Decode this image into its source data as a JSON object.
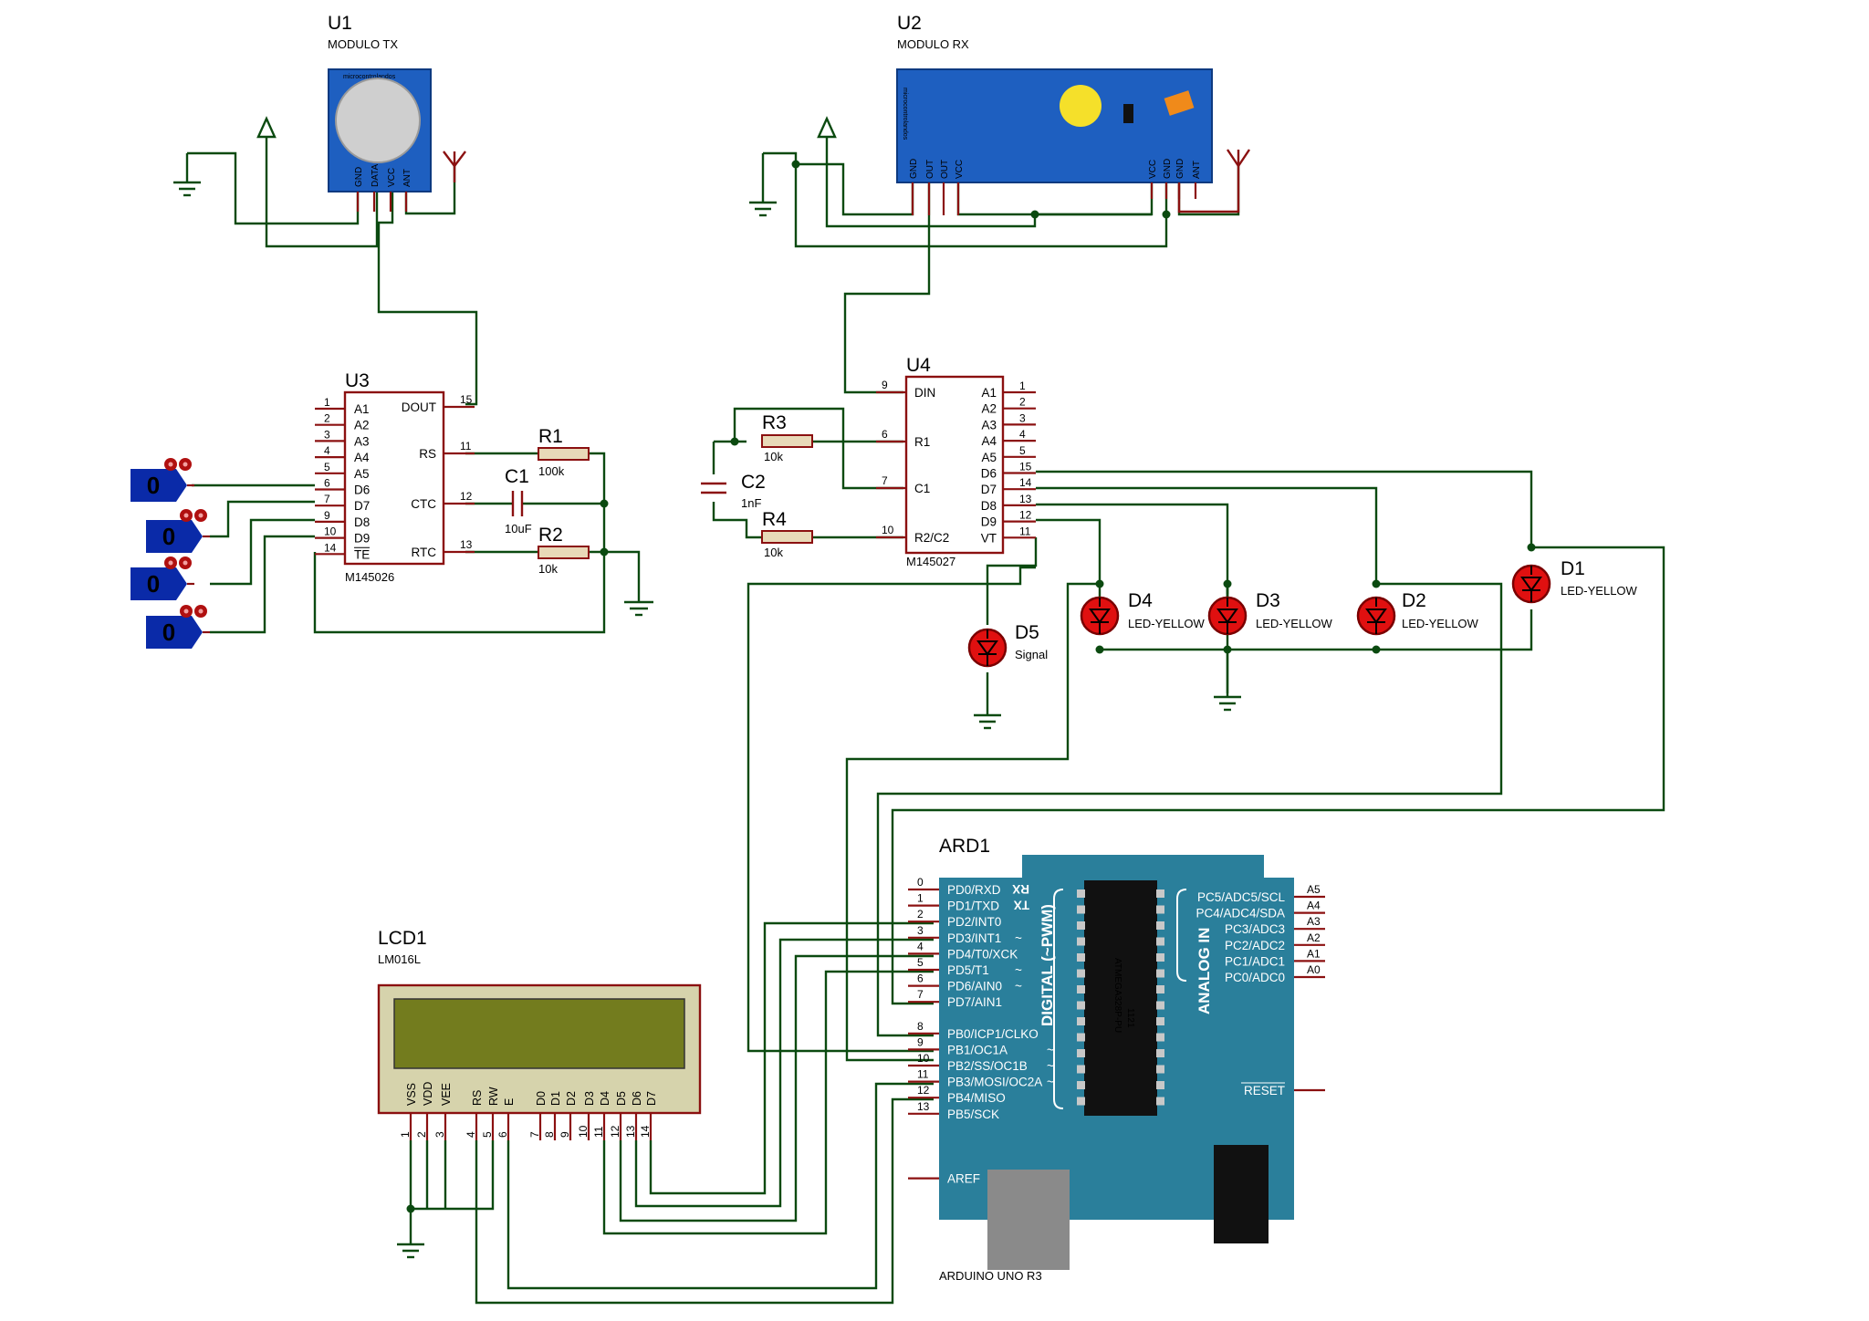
{
  "u1": {
    "ref": "U1",
    "name": "MODULO TX",
    "brand": "microcontrolandos",
    "pins": [
      "GND",
      "DATA",
      "VCC",
      "ANT"
    ]
  },
  "u2": {
    "ref": "U2",
    "name": "MODULO RX",
    "brand": "microcontrolandos",
    "pins_left": [
      "GND",
      "OUT",
      "OUT",
      "VCC"
    ],
    "pins_right": [
      "VCC",
      "GND",
      "GND",
      "ANT"
    ]
  },
  "u3": {
    "ref": "U3",
    "part": "M145026",
    "left_pins": [
      {
        "num": "1",
        "name": "A1"
      },
      {
        "num": "2",
        "name": "A2"
      },
      {
        "num": "3",
        "name": "A3"
      },
      {
        "num": "4",
        "name": "A4"
      },
      {
        "num": "5",
        "name": "A5"
      },
      {
        "num": "6",
        "name": "D6"
      },
      {
        "num": "7",
        "name": "D7"
      },
      {
        "num": "9",
        "name": "D8"
      },
      {
        "num": "10",
        "name": "D9"
      },
      {
        "num": "14",
        "name": "TE"
      }
    ],
    "right_pins": [
      {
        "num": "15",
        "name": "DOUT"
      },
      {
        "num": "11",
        "name": "RS"
      },
      {
        "num": "12",
        "name": "CTC"
      },
      {
        "num": "13",
        "name": "RTC"
      }
    ]
  },
  "u4": {
    "ref": "U4",
    "part": "M145027",
    "left_pins": [
      {
        "num": "9",
        "name": "DIN"
      },
      {
        "num": "6",
        "name": "R1"
      },
      {
        "num": "7",
        "name": "C1"
      },
      {
        "num": "10",
        "name": "R2/C2"
      }
    ],
    "right_pins": [
      {
        "num": "1",
        "name": "A1"
      },
      {
        "num": "2",
        "name": "A2"
      },
      {
        "num": "3",
        "name": "A3"
      },
      {
        "num": "4",
        "name": "A4"
      },
      {
        "num": "5",
        "name": "A5"
      },
      {
        "num": "15",
        "name": "D6"
      },
      {
        "num": "14",
        "name": "D7"
      },
      {
        "num": "13",
        "name": "D8"
      },
      {
        "num": "12",
        "name": "D9"
      },
      {
        "num": "11",
        "name": "VT"
      }
    ]
  },
  "r1": {
    "ref": "R1",
    "value": "100k"
  },
  "r2": {
    "ref": "R2",
    "value": "10k"
  },
  "r3": {
    "ref": "R3",
    "value": "10k"
  },
  "r4": {
    "ref": "R4",
    "value": "10k"
  },
  "c1": {
    "ref": "C1",
    "value": "10uF"
  },
  "c2": {
    "ref": "C2",
    "value": "1nF"
  },
  "d1": {
    "ref": "D1",
    "value": "LED-YELLOW"
  },
  "d2": {
    "ref": "D2",
    "value": "LED-YELLOW"
  },
  "d3": {
    "ref": "D3",
    "value": "LED-YELLOW"
  },
  "d4": {
    "ref": "D4",
    "value": "LED-YELLOW"
  },
  "d5": {
    "ref": "D5",
    "value": "Signal"
  },
  "switches": [
    {
      "value": "0"
    },
    {
      "value": "0"
    },
    {
      "value": "0"
    },
    {
      "value": "0"
    }
  ],
  "lcd": {
    "ref": "LCD1",
    "part": "LM016L",
    "pins": [
      {
        "num": "1",
        "name": "VSS"
      },
      {
        "num": "2",
        "name": "VDD"
      },
      {
        "num": "3",
        "name": "VEE"
      },
      {
        "num": "4",
        "name": "RS"
      },
      {
        "num": "5",
        "name": "RW"
      },
      {
        "num": "6",
        "name": "E"
      },
      {
        "num": "7",
        "name": "D0"
      },
      {
        "num": "8",
        "name": "D1"
      },
      {
        "num": "9",
        "name": "D2"
      },
      {
        "num": "10",
        "name": "D3"
      },
      {
        "num": "11",
        "name": "D4"
      },
      {
        "num": "12",
        "name": "D5"
      },
      {
        "num": "13",
        "name": "D6"
      },
      {
        "num": "14",
        "name": "D7"
      }
    ]
  },
  "ard": {
    "ref": "ARD1",
    "name": "ARDUINO UNO R3",
    "chip": "ATMEGA328P-PU",
    "chip_code": "1121",
    "digital_label": "DIGITAL (~PWM)",
    "analog_label": "ANALOG IN",
    "digital_pins": [
      {
        "num": "0",
        "name": "PD0/RXD",
        "mark": "RX"
      },
      {
        "num": "1",
        "name": "PD1/TXD",
        "mark": "TX"
      },
      {
        "num": "2",
        "name": "PD2/INT0",
        "mark": ""
      },
      {
        "num": "3",
        "name": "PD3/INT1",
        "mark": "~"
      },
      {
        "num": "4",
        "name": "PD4/T0/XCK",
        "mark": ""
      },
      {
        "num": "5",
        "name": "PD5/T1",
        "mark": "~"
      },
      {
        "num": "6",
        "name": "PD6/AIN0",
        "mark": "~"
      },
      {
        "num": "7",
        "name": "PD7/AIN1",
        "mark": ""
      },
      {
        "num": "8",
        "name": "PB0/ICP1/CLKO",
        "mark": ""
      },
      {
        "num": "9",
        "name": "PB1/OC1A",
        "mark": "~"
      },
      {
        "num": "10",
        "name": "PB2/SS/OC1B",
        "mark": "~"
      },
      {
        "num": "11",
        "name": "PB3/MOSI/OC2A",
        "mark": "~"
      },
      {
        "num": "12",
        "name": "PB4/MISO",
        "mark": ""
      },
      {
        "num": "13",
        "name": "PB5/SCK",
        "mark": ""
      }
    ],
    "aref": "AREF",
    "analog_pins": [
      {
        "num": "A5",
        "name": "PC5/ADC5/SCL"
      },
      {
        "num": "A4",
        "name": "PC4/ADC4/SDA"
      },
      {
        "num": "A3",
        "name": "PC3/ADC3"
      },
      {
        "num": "A2",
        "name": "PC2/ADC2"
      },
      {
        "num": "A1",
        "name": "PC1/ADC1"
      },
      {
        "num": "A0",
        "name": "PC0/ADC0"
      }
    ],
    "reset": "RESET"
  },
  "colors": {
    "wire": "#0b4a10",
    "pin": "#8b1010",
    "module": "#1e5fc0",
    "arduino": "#2a7f9b",
    "lcd_screen": "#737c1e",
    "switch": "#0a2aa8"
  }
}
